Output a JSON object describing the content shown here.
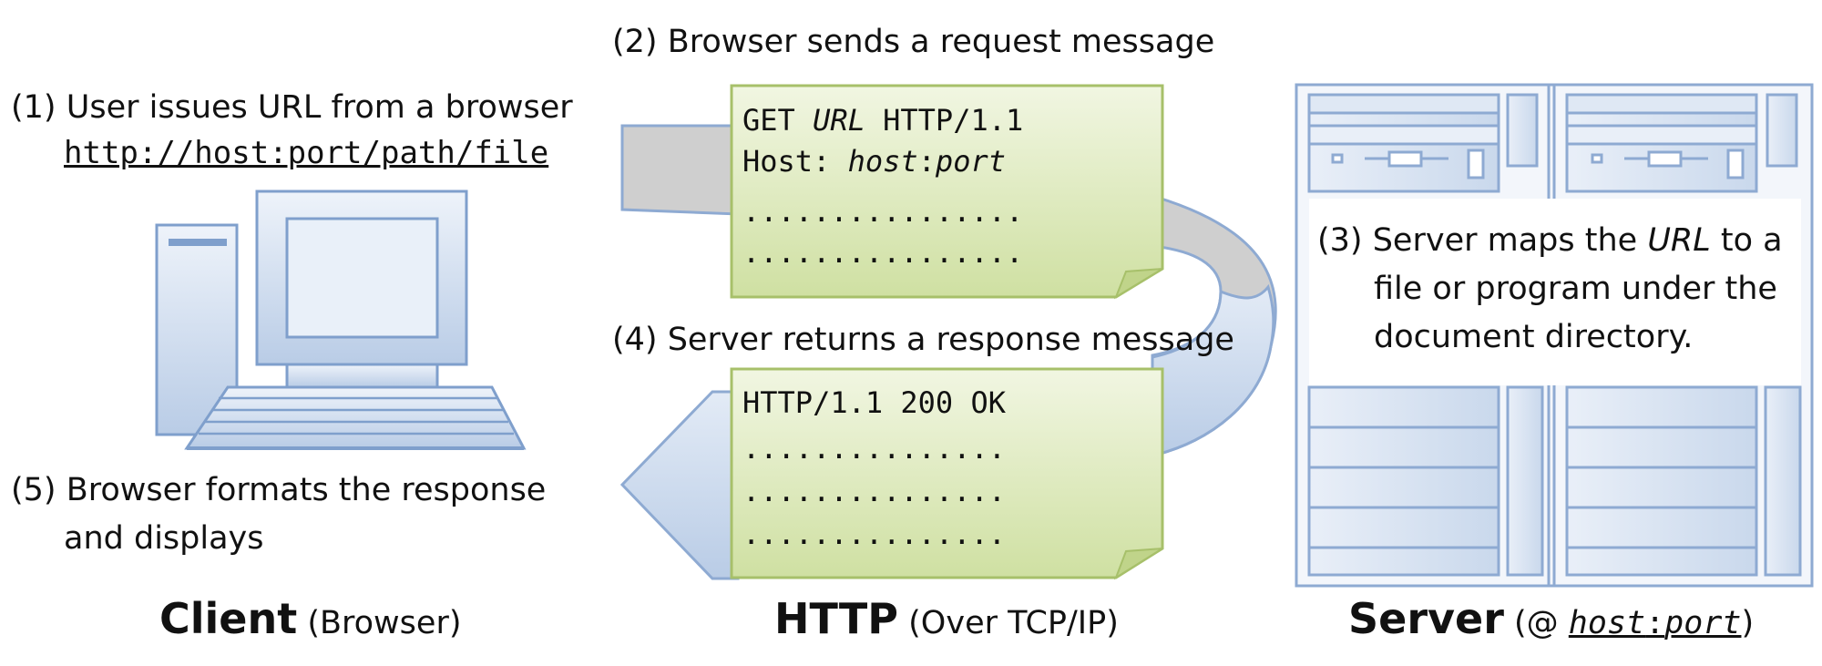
{
  "steps": {
    "s1_num": "(1)",
    "s1_text": "User issues URL from a browser",
    "s1_url": "http://host:port/path/file",
    "s2": "(2) Browser sends a request message",
    "s3_num": "(3)",
    "s3_a": "Server maps the ",
    "s3_url": "URL",
    "s3_b": " to a",
    "s3_line2": "file or program under the",
    "s3_line3": "document directory.",
    "s4": "(4) Server returns a response message",
    "s5_num": "(5)",
    "s5_line1": "Browser formats the response",
    "s5_line2": "and displays"
  },
  "request": {
    "get": "GET ",
    "url": "URL",
    "proto": " HTTP/1.1",
    "host_label": "Host: ",
    "host_a": "host",
    "colon": ":",
    "host_b": "port",
    "dots1": "................",
    "dots2": "................"
  },
  "response": {
    "status": "HTTP/1.1 200 OK",
    "dots1": "...............",
    "dots2": "...............",
    "dots3": "..............."
  },
  "labels": {
    "client": "Client",
    "client_sub": " (Browser)",
    "http": "HTTP",
    "http_sub": " (Over TCP/IP)",
    "server": "Server",
    "server_open": " (@ ",
    "server_host": "host",
    "server_colon": ":",
    "server_port": "port",
    "server_close": ")"
  },
  "colors": {
    "arrow_fill": "#c9d8ec",
    "arrow_stroke": "#8eaad2",
    "note_fill": "#d9e7b4",
    "note_stroke": "#a7c06a",
    "computer_fill": "#cfdcef",
    "computer_stroke": "#7f9fcc"
  }
}
